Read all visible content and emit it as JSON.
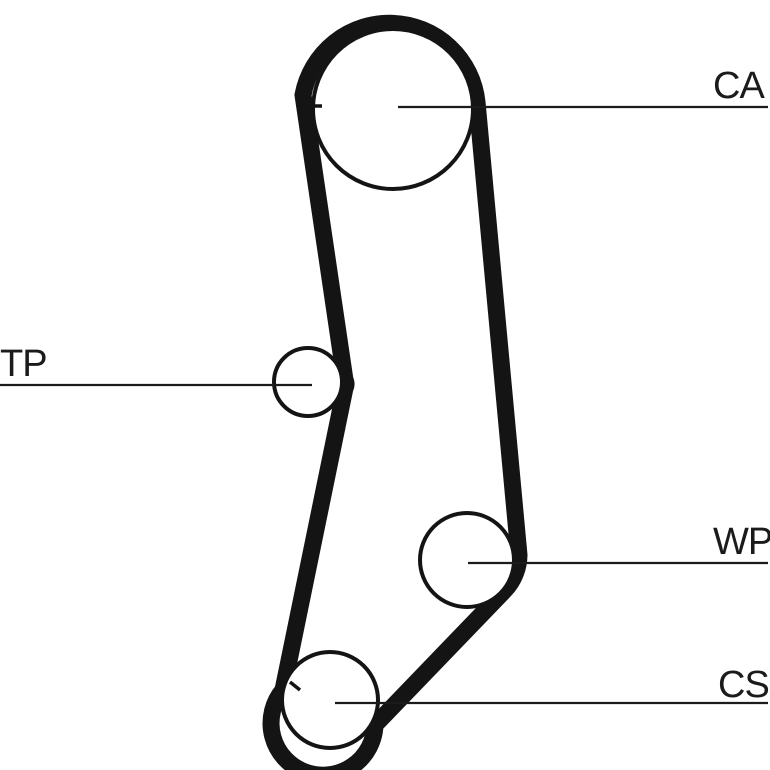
{
  "diagram": {
    "labels": {
      "ca": "CA",
      "tp": "TP",
      "wp": "WP",
      "cs": "CS"
    },
    "components": [
      {
        "id": "ca",
        "label": "CA"
      },
      {
        "id": "tp",
        "label": "TP"
      },
      {
        "id": "wp",
        "label": "WP"
      },
      {
        "id": "cs",
        "label": "CS"
      }
    ],
    "colors": {
      "belt": "#141414",
      "line": "#1b1b1b",
      "background": "#ffffff"
    }
  }
}
